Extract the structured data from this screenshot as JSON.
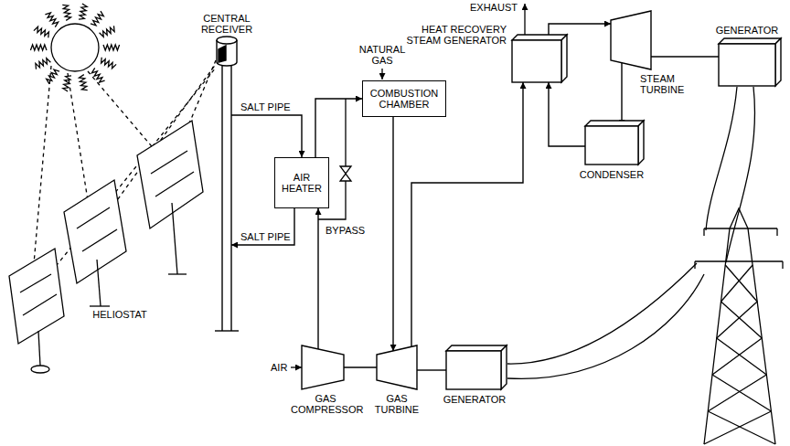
{
  "diagram": {
    "nodes": [
      {
        "text": [
          "CENTRAL RECEIVER"
        ]
      },
      {
        "text": [
          "AIR HEATER"
        ]
      },
      {
        "text": [
          "COMBUSTION CHAMBER"
        ]
      },
      {
        "text": [
          "HEAT RECOVERY STEAM GENERATOR"
        ]
      },
      {
        "text": [
          "STEAM TURBINE"
        ]
      },
      {
        "text": [
          "GENERATOR"
        ]
      },
      {
        "text": [
          "CONDENSER"
        ]
      },
      {
        "text": [
          "GAS COMPRESSOR"
        ]
      },
      {
        "text": [
          "GAS TURBINE"
        ]
      },
      {
        "text": [
          "GENERATOR"
        ]
      }
    ],
    "edges": [
      {
        "from": 0,
        "to": 1,
        "arrow": "to",
        "label": "SALT PIPE"
      },
      {
        "from": 1,
        "to": 0,
        "arrow": "to",
        "label": "SALT PIPE"
      },
      {
        "from": 7,
        "to": 1,
        "arrow": "to"
      },
      {
        "from": 1,
        "to": 2,
        "arrow": "to"
      },
      {
        "from": 2,
        "to": 8,
        "arrow": "to"
      },
      {
        "from": 8,
        "to": 3,
        "arrow": "to"
      },
      {
        "from": 3,
        "to": 4,
        "arrow": "to"
      },
      {
        "from": 4,
        "to": 6,
        "arrow": "to"
      },
      {
        "from": 6,
        "to": 3,
        "arrow": "to"
      },
      {
        "from": 7,
        "to": 8,
        "arrow": "none"
      },
      {
        "from": 8,
        "to": 9,
        "arrow": "none"
      },
      {
        "from": 4,
        "to": 5,
        "arrow": "none"
      }
    ],
    "labels": [
      "HELIOSTAT",
      "NATURAL GAS",
      "BYPASS",
      "AIR",
      "EXHAUST"
    ]
  }
}
